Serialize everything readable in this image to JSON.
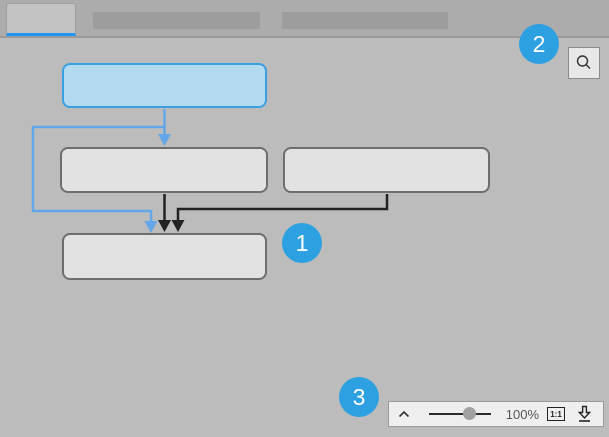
{
  "window": {
    "background_color": "#bcbcbc",
    "accent_blue": "#2da0e2"
  },
  "tab_bar": {
    "active_underline_color": "#2196f3",
    "tabs": [
      {
        "label": "",
        "selected": true
      },
      {
        "label": "",
        "selected": false
      },
      {
        "label": "",
        "selected": false
      }
    ]
  },
  "search_button": {
    "icon": "magnifier-icon"
  },
  "diagram": {
    "nodes": [
      {
        "id": "start",
        "label": "",
        "state": "highlighted",
        "fill": "#b4daf2",
        "border": "#39a1e2"
      },
      {
        "id": "child-left",
        "label": "",
        "state": "default",
        "fill": "#e2e2e2",
        "border": "#6e6e6e"
      },
      {
        "id": "child-right",
        "label": "",
        "state": "default",
        "fill": "#e2e2e2",
        "border": "#6e6e6e"
      },
      {
        "id": "result",
        "label": "",
        "state": "default",
        "fill": "#e2e2e2",
        "border": "#6e6e6e"
      }
    ],
    "connectors": [
      {
        "from": "start",
        "to": "child-left",
        "color": "#64a7e8",
        "style": "arrow"
      },
      {
        "from": "start",
        "to": "result",
        "color": "#64a7e8",
        "style": "arrow-elbow-left"
      },
      {
        "from": "child-left",
        "to": "result",
        "color": "#222222",
        "style": "arrow"
      },
      {
        "from": "child-right",
        "to": "result",
        "color": "#222222",
        "style": "arrow-elbow"
      }
    ]
  },
  "annotations": [
    {
      "label": "1"
    },
    {
      "label": "2"
    },
    {
      "label": "3"
    }
  ],
  "zoom_toolbar": {
    "collapse_icon": "chevron-up-icon",
    "slider": {
      "value_percent": 65
    },
    "zoom_label": "100%",
    "actual_size_label": "1:1",
    "download_icon": "download-icon"
  }
}
